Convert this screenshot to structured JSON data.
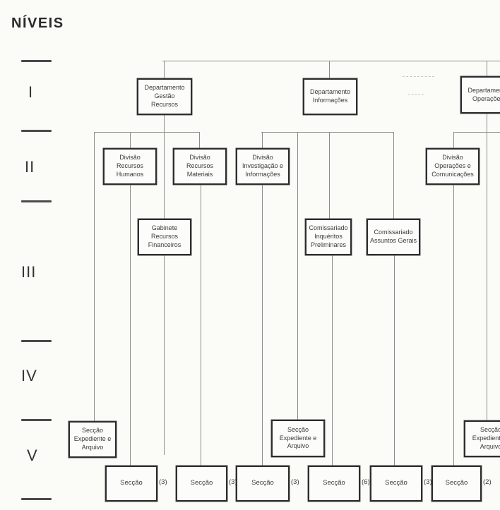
{
  "levels": {
    "title": "NÍVEIS",
    "items": [
      "I",
      "II",
      "III",
      "IV",
      "V"
    ]
  },
  "boxes": {
    "dept_gestao": "Departamento\nGestão\nRecursos",
    "dept_informacoes": "Departamento\nInformações",
    "dept_operacoes": "Departamento\nOperações",
    "div_recursos_humanos": "Divisão\nRecursos\nHumanos",
    "div_recursos_materiais": "Divisão\nRecursos\nMateriais",
    "div_investigacao": "Divisão\nInvestigação e\nInformações",
    "div_operacoes_com": "Divisão\nOperações e\nComunicações",
    "gab_financeiros": "Gabinete\nRecursos\nFinanceiros",
    "com_inqueritos": "Comissariado\nInquéritos\nPreliminares",
    "com_assuntos": "Comissariado\nAssuntos Gerais",
    "sec_expediente": "Secção\nExpediente e\nArquivo",
    "seccao": "Secção"
  },
  "counts": [
    "(3)",
    "(3)",
    "(3)",
    "(6)",
    "(3)",
    "(2)"
  ]
}
